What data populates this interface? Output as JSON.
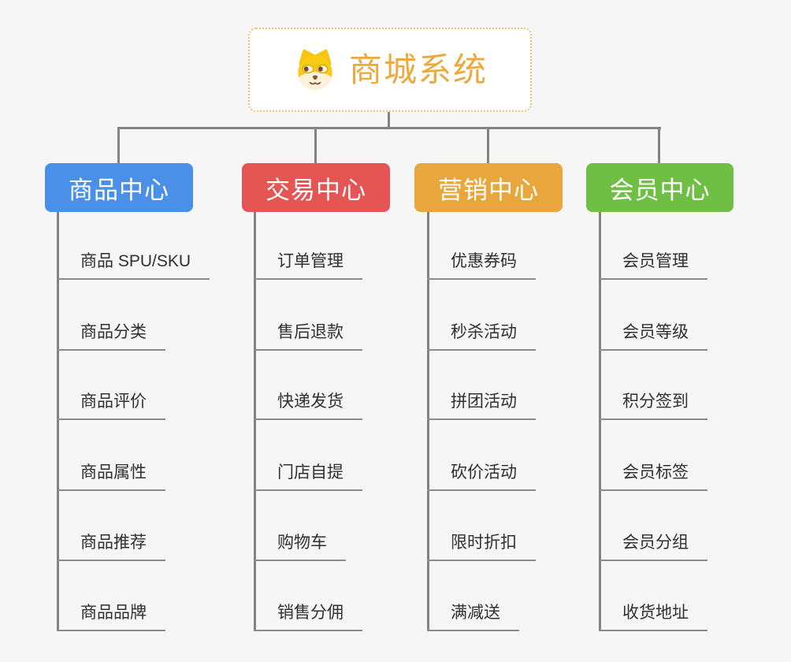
{
  "root": {
    "title": "商城系统",
    "icon": "dog-icon",
    "accent": "#EBA93E",
    "border_color": "#F3C26F"
  },
  "branches": [
    {
      "label": "商品中心",
      "color": "#4A8FE8",
      "items": [
        "商品 SPU/SKU",
        "商品分类",
        "商品评价",
        "商品属性",
        "商品推荐",
        "商品品牌"
      ]
    },
    {
      "label": "交易中心",
      "color": "#E45553",
      "items": [
        "订单管理",
        "售后退款",
        "快递发货",
        "门店自提",
        "购物车",
        "销售分佣"
      ]
    },
    {
      "label": "营销中心",
      "color": "#E9A63C",
      "items": [
        "优惠券码",
        "秒杀活动",
        "拼团活动",
        "砍价活动",
        "限时折扣",
        "满减送"
      ]
    },
    {
      "label": "会员中心",
      "color": "#6FBF45",
      "items": [
        "会员管理",
        "会员等级",
        "积分签到",
        "会员标签",
        "会员分组",
        "收货地址"
      ]
    }
  ],
  "connector_color": "#838383",
  "background_color": "#F6F6F7"
}
